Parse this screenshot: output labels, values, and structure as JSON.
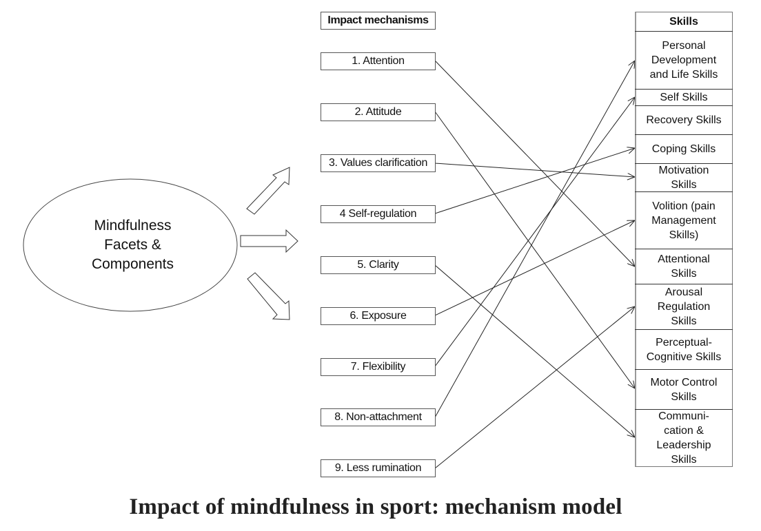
{
  "diagram": {
    "title": "Impact of mindfulness in sport: mechanism model",
    "source": {
      "label_lines": [
        "Mindfulness",
        "Facets &",
        "Components"
      ]
    },
    "mechanisms": {
      "header": "Impact mechanisms",
      "items": [
        {
          "id": "m1",
          "label": "1. Attention"
        },
        {
          "id": "m2",
          "label": "2. Attitude"
        },
        {
          "id": "m3",
          "label": "3. Values clarification"
        },
        {
          "id": "m4",
          "label": "4  Self-regulation"
        },
        {
          "id": "m5",
          "label": "5. Clarity"
        },
        {
          "id": "m6",
          "label": "6. Exposure"
        },
        {
          "id": "m7",
          "label": "7. Flexibility"
        },
        {
          "id": "m8",
          "label": "8. Non-attachment"
        },
        {
          "id": "m9",
          "label": "9. Less rumination"
        }
      ]
    },
    "skills": {
      "header": "Skills",
      "items": [
        {
          "id": "s1",
          "label": "Personal Development and Life Skills"
        },
        {
          "id": "s2",
          "label": "Self Skills"
        },
        {
          "id": "s3",
          "label": "Recovery Skills"
        },
        {
          "id": "s4",
          "label": "Coping Skills"
        },
        {
          "id": "s5",
          "label": "Motivation Skills"
        },
        {
          "id": "s6",
          "label": "Volition (pain Management Skills)"
        },
        {
          "id": "s7",
          "label": "Attentional Skills"
        },
        {
          "id": "s8",
          "label": "Arousal Regulation Skills"
        },
        {
          "id": "s9",
          "label": "Perceptual-Cognitive Skills"
        },
        {
          "id": "s10",
          "label": "Motor Control Skills"
        },
        {
          "id": "s11",
          "label": "Communi- cation & Leadership Skills"
        }
      ]
    },
    "connections": [
      {
        "from": "m1",
        "to": "s7"
      },
      {
        "from": "m2",
        "to": "s10"
      },
      {
        "from": "m3",
        "to": "s5"
      },
      {
        "from": "m4",
        "to": "s4"
      },
      {
        "from": "m5",
        "to": "s11"
      },
      {
        "from": "m6",
        "to": "s6"
      },
      {
        "from": "m7",
        "to": "s2"
      },
      {
        "from": "m8",
        "to": "s1"
      },
      {
        "from": "m9",
        "to": "s8"
      }
    ],
    "colors": {
      "line": "#222222",
      "box_border": "#555555",
      "background": "#ffffff"
    }
  }
}
